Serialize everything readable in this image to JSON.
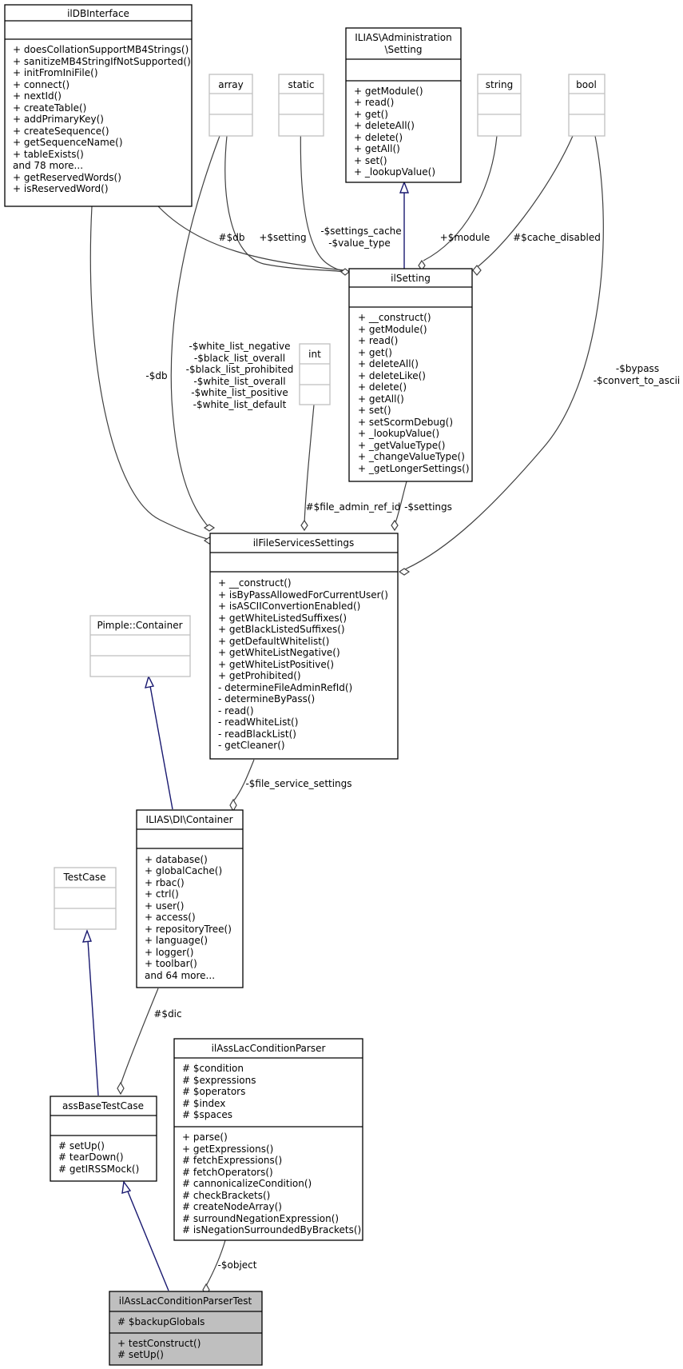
{
  "classes": {
    "ilDBInterface": {
      "title": "ilDBInterface",
      "methods": [
        "+ doesCollationSupportMB4Strings()",
        "+ sanitizeMB4StringIfNotSupported()",
        "+ initFromIniFile()",
        "+ connect()",
        "+ nextId()",
        "+ createTable()",
        "+ addPrimaryKey()",
        "+ createSequence()",
        "+ getSequenceName()",
        "+ tableExists()",
        "and 78 more...",
        "+ getReservedWords()",
        "+ isReservedWord()"
      ]
    },
    "array": {
      "title": "array"
    },
    "static": {
      "title": "static"
    },
    "adminSetting": {
      "title_line1": "ILIAS\\Administration",
      "title_line2": "\\Setting",
      "methods": [
        "+ getModule()",
        "+ read()",
        "+ get()",
        "+ deleteAll()",
        "+ delete()",
        "+ getAll()",
        "+ set()",
        "+ _lookupValue()"
      ]
    },
    "string": {
      "title": "string"
    },
    "bool": {
      "title": "bool"
    },
    "ilSetting": {
      "title": "ilSetting",
      "methods": [
        "+ __construct()",
        "+ getModule()",
        "+ read()",
        "+ get()",
        "+ deleteAll()",
        "+ deleteLike()",
        "+ delete()",
        "+ getAll()",
        "+ set()",
        "+ setScormDebug()",
        "+ _lookupValue()",
        "+ _getValueType()",
        "+ _changeValueType()",
        "+ _getLongerSettings()"
      ]
    },
    "int": {
      "title": "int"
    },
    "ilFileServicesSettings": {
      "title": "ilFileServicesSettings",
      "methods": [
        "+ __construct()",
        "+ isByPassAllowedForCurrentUser()",
        "+ isASCIIConvertionEnabled()",
        "+ getWhiteListedSuffixes()",
        "+ getBlackListedSuffixes()",
        "+ getDefaultWhitelist()",
        "+ getWhiteListNegative()",
        "+ getWhiteListPositive()",
        "+ getProhibited()",
        "- determineFileAdminRefId()",
        "- determineByPass()",
        "- read()",
        "- readWhiteList()",
        "- readBlackList()",
        "- getCleaner()"
      ]
    },
    "pimple": {
      "title": "Pimple::Container"
    },
    "diContainer": {
      "title": "ILIAS\\DI\\Container",
      "methods": [
        "+ database()",
        "+ globalCache()",
        "+ rbac()",
        "+ ctrl()",
        "+ user()",
        "+ access()",
        "+ repositoryTree()",
        "+ language()",
        "+ logger()",
        "+ toolbar()",
        "and 64 more..."
      ]
    },
    "testCase": {
      "title": "TestCase"
    },
    "assBaseTestCase": {
      "title": "assBaseTestCase",
      "methods": [
        "# setUp()",
        "# tearDown()",
        "# getIRSSMock()"
      ]
    },
    "parser": {
      "title": "ilAssLacConditionParser",
      "attributes": [
        "# $condition",
        "# $expressions",
        "# $operators",
        "# $index",
        "# $spaces"
      ],
      "methods": [
        "+ parse()",
        "+ getExpressions()",
        "# fetchExpressions()",
        "# fetchOperators()",
        "# cannonicalizeCondition()",
        "# checkBrackets()",
        "# createNodeArray()",
        "# surroundNegationExpression()",
        "# isNegationSurroundedByBrackets()"
      ]
    },
    "parserTest": {
      "title": "ilAssLacConditionParserTest",
      "attributes": [
        "# $backupGlobals"
      ],
      "methods": [
        "+ testConstruct()",
        "# setUp()"
      ]
    }
  },
  "edge_labels": {
    "db_setting": "#$db",
    "setting": "+$setting",
    "settings_cache": "-$settings_cache",
    "value_type": "-$value_type",
    "module": "+$module",
    "cache_disabled": "#$cache_disabled",
    "db_file": "-$db",
    "lists": [
      "-$white_list_negative",
      "-$black_list_overall",
      "-$black_list_prohibited",
      "-$white_list_overall",
      "-$white_list_positive",
      "-$white_list_default"
    ],
    "bypass": "-$bypass",
    "convert_to_ascii": "-$convert_to_ascii",
    "file_admin_ref_id": "#$file_admin_ref_id",
    "settings": "-$settings",
    "file_service_settings": "-$file_service_settings",
    "dic": "#$dic",
    "object": "-$object"
  }
}
